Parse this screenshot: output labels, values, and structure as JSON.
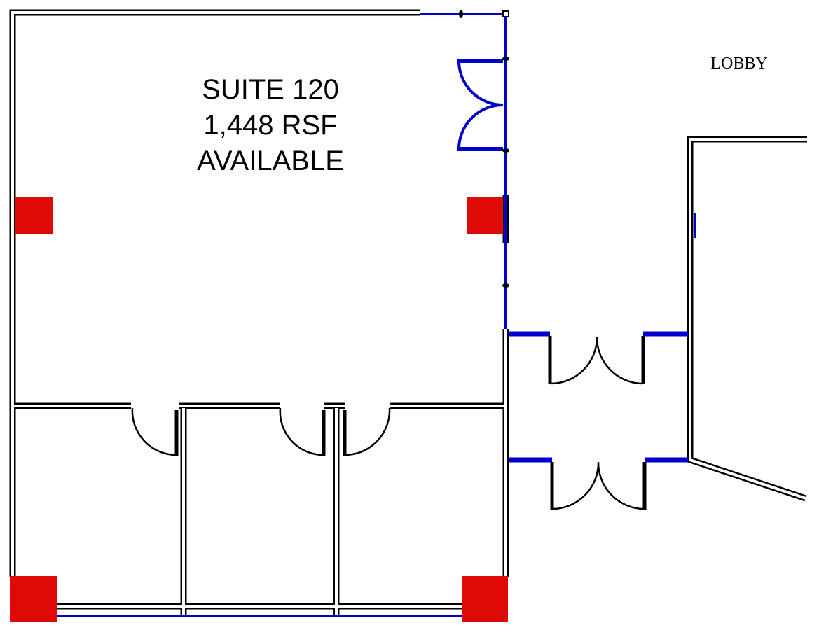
{
  "suite": {
    "name": "SUITE 120",
    "area": "1,448 RSF",
    "status": "AVAILABLE"
  },
  "lobby_label": "LOBBY",
  "colors": {
    "column": "#dd0a08",
    "glass": "#0000cc",
    "wall": "#000000"
  }
}
